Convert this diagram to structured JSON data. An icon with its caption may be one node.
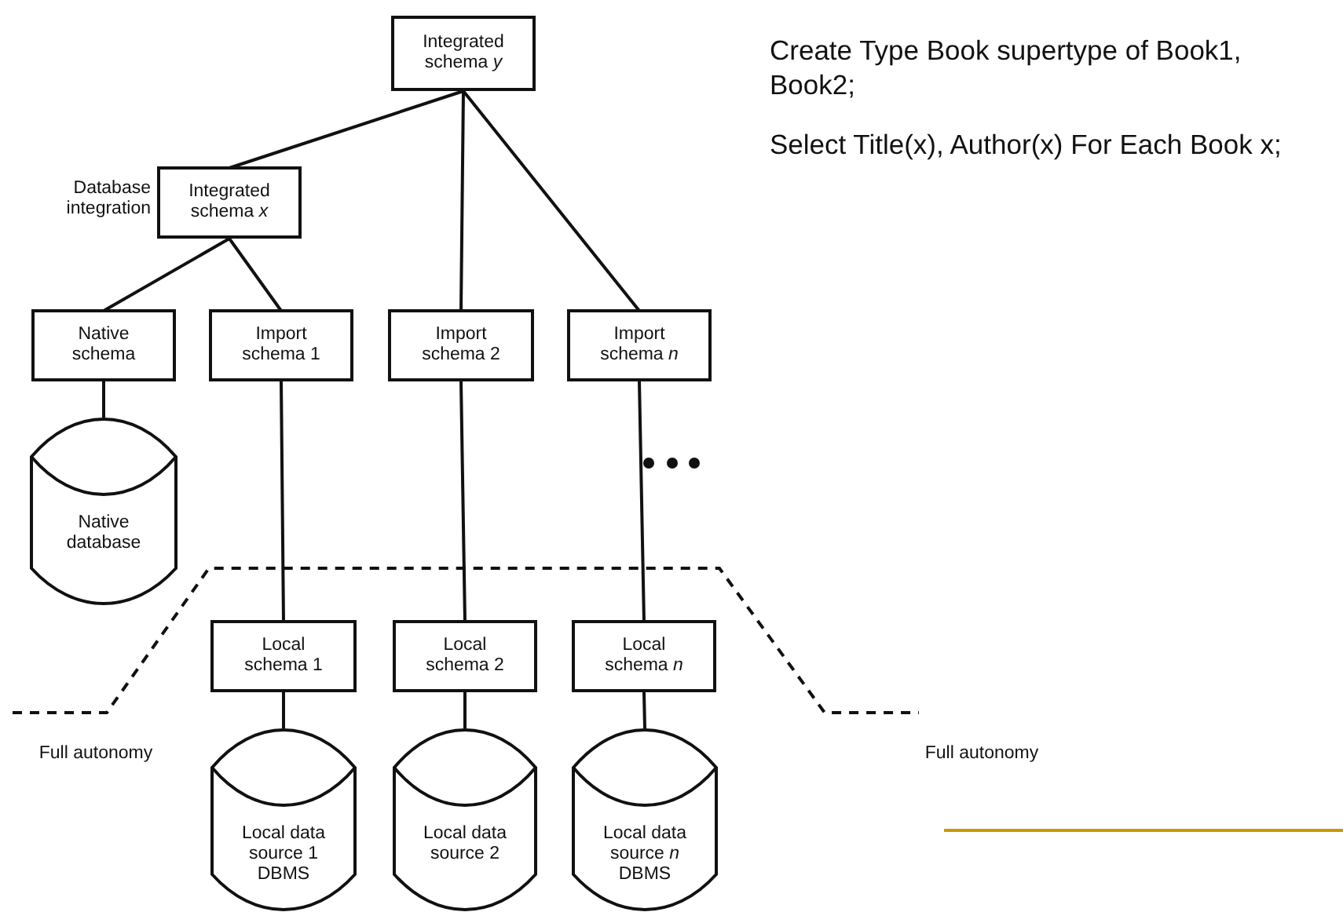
{
  "diagram": {
    "nodes": [
      {
        "text": [
          "Integrated schema *y*"
        ]
      },
      {
        "text": [
          "Integrated schema *x*"
        ],
        "beside": [
          "Database integration"
        ]
      },
      {
        "text": [
          "Native schema"
        ]
      },
      {
        "text": [
          "Import schema 1"
        ]
      },
      {
        "text": [
          "Import schema 2"
        ]
      },
      {
        "text": [
          "Import schema *n*"
        ]
      },
      {
        "text": [
          "Native database"
        ]
      },
      {
        "text": [
          "Local schema 1"
        ]
      },
      {
        "text": [
          "Local schema 2"
        ]
      },
      {
        "text": [
          "Local schema *n*"
        ]
      },
      {
        "text": [
          "Local data source 1 DBMS"
        ]
      },
      {
        "text": [
          "Local data source 2"
        ]
      },
      {
        "text": [
          "Local data source *n* DBMS"
        ]
      }
    ],
    "edges": [
      {
        "from": 0,
        "to": 1,
        "arrow": "none"
      },
      {
        "from": 0,
        "to": 4,
        "arrow": "none"
      },
      {
        "from": 0,
        "to": 5,
        "arrow": "none"
      },
      {
        "from": 1,
        "to": 2,
        "arrow": "none"
      },
      {
        "from": 1,
        "to": 3,
        "arrow": "none"
      },
      {
        "from": 2,
        "to": 6,
        "arrow": "none"
      },
      {
        "from": 3,
        "to": 7,
        "arrow": "none"
      },
      {
        "from": 4,
        "to": 8,
        "arrow": "none"
      },
      {
        "from": 5,
        "to": 9,
        "arrow": "none"
      },
      {
        "from": 7,
        "to": 10,
        "arrow": "none"
      },
      {
        "from": 8,
        "to": 11,
        "arrow": "none"
      },
      {
        "from": 9,
        "to": 12,
        "arrow": "none"
      }
    ],
    "labels": [
      "Create Type Book supertype of Book1, Book2;",
      "Select Title(x), Author(x) For Each Book x;",
      "Full autonomy",
      "Full autonomy"
    ]
  }
}
